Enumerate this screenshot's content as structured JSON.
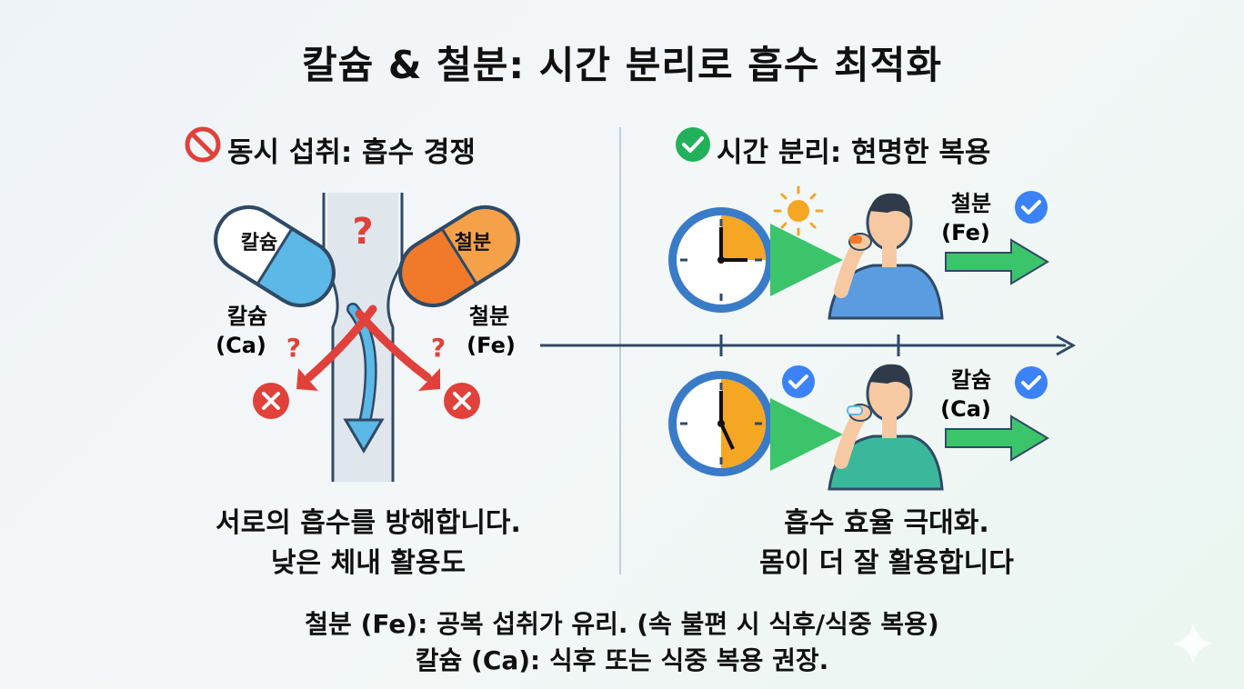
{
  "title": "칼슘 & 철분: 시간 분리로 흡수 최적화",
  "left_panel": {
    "heading": "동시 섭취: 흡수 경쟁",
    "heading_icon": "prohibited-icon",
    "pill_calcium_label": "칼슘",
    "pill_iron_label": "철분",
    "calcium_label_line1": "칼슘",
    "calcium_label_line2": "(Ca)",
    "iron_label_line1": "철분",
    "iron_label_line2": "(Fe)",
    "question_mark": "?",
    "caption_line1": "서로의 흡수를 방해합니다.",
    "caption_line2": "낮은 체내 활용도"
  },
  "right_panel": {
    "heading": "시간 분리: 현명한 복용",
    "heading_icon": "check-circle-icon",
    "top_row_label_line1": "철분",
    "top_row_label_line2": "(Fe)",
    "bottom_row_label_line1": "칼슘",
    "bottom_row_label_line2": "(Ca)",
    "caption_line1": "흡수 효율 극대화.",
    "caption_line2": "몸이 더 잘 활용합니다"
  },
  "footer": {
    "line1": "철분 (Fe): 공복 섭취가 유리. (속 불편 시 식후/식중 복용)",
    "line2": "칼슘 (Ca): 식후 또는 식중 복용 권장."
  },
  "colors": {
    "blocked_red": "#e0413a",
    "check_blue": "#3b82f6",
    "heading_check_green": "#22b15a",
    "arrow_green": "#3cc46b",
    "calcium_pill_blue": "#5cb8e6",
    "iron_pill_orange": "#f07a2a",
    "clock_rim_blue": "#3a7bc8",
    "clock_fill_orange": "#f5a623",
    "shirt_top_blue": "#5b9bdf",
    "shirt_bottom_teal": "#3bb89c",
    "timeline_navy": "#2f4a66"
  }
}
